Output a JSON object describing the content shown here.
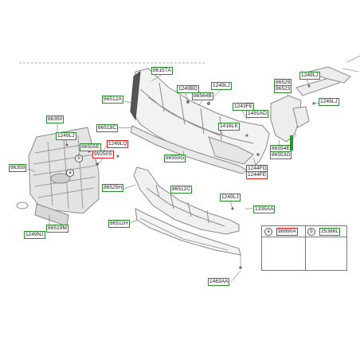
{
  "diagram": {
    "part_labels": [
      "86157A",
      "1249BD",
      "86564B",
      "1249LJ",
      "86512A",
      "1243FE",
      "1491AD",
      "86518C",
      "1416LK",
      "86529",
      "86523",
      "1249LJ",
      "1249LJ",
      "86350",
      "1249LJ",
      "86555E",
      "1249LQ",
      "99250S",
      "86359",
      "86550G",
      "86554E",
      "86553G",
      "1244FD",
      "1244FE",
      "86525H",
      "86512C",
      "1249LJ",
      "1335AA",
      "86511H",
      "1249NJ",
      "86519M",
      "98890A",
      "25388L",
      "1463AA"
    ],
    "callouts": {
      "a": "a",
      "b": "b"
    },
    "colors": {
      "label_border": "#2e8a2e",
      "highlight_border": "#e02020",
      "part_line": "#8a8a8a"
    }
  }
}
